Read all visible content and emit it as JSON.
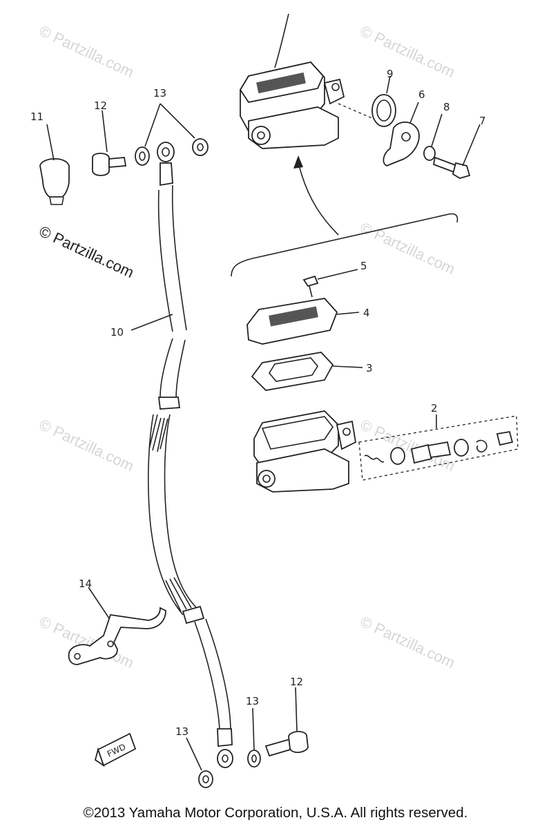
{
  "callouts": {
    "c2": "2",
    "c3": "3",
    "c4": "4",
    "c5": "5",
    "c6": "6",
    "c7": "7",
    "c8": "8",
    "c9": "9",
    "c10": "10",
    "c11": "11",
    "c12a": "12",
    "c12b": "12",
    "c13a": "13",
    "c13b": "13",
    "c13c": "13",
    "c14": "14"
  },
  "watermark": {
    "text": "© Partzilla.com"
  },
  "fwd_label": "FWD",
  "copyright": "©2013 Yamaha Motor Corporation, U.S.A. All rights reserved."
}
